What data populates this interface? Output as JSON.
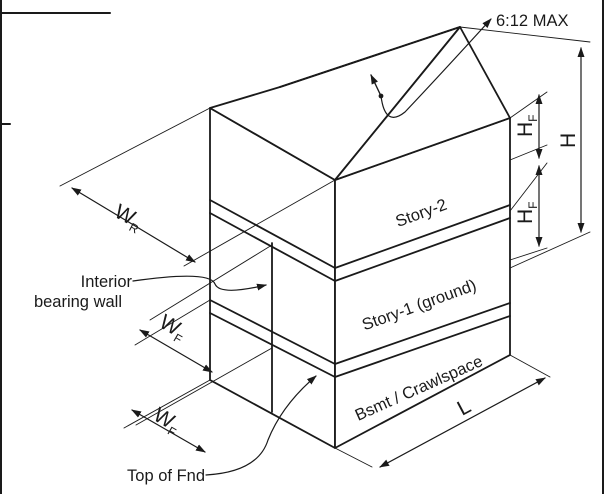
{
  "figure": {
    "roof_pitch_label": "6:12 MAX",
    "interior_wall_label_line1": "Interior",
    "interior_wall_label_line2": "bearing wall",
    "top_of_fnd_label": "Top of Fnd",
    "story2_label": "Story-2",
    "story1_label": "Story-1 (ground)",
    "basement_label": "Bsmt / Crawlspace",
    "roof_width_symbol": "W",
    "roof_width_subscript": "R",
    "floor_width_symbol": "W",
    "floor_width_subscript": "F",
    "floor_height_symbol": "H",
    "floor_height_subscript": "F",
    "total_height_label": "H",
    "length_label": "L"
  }
}
